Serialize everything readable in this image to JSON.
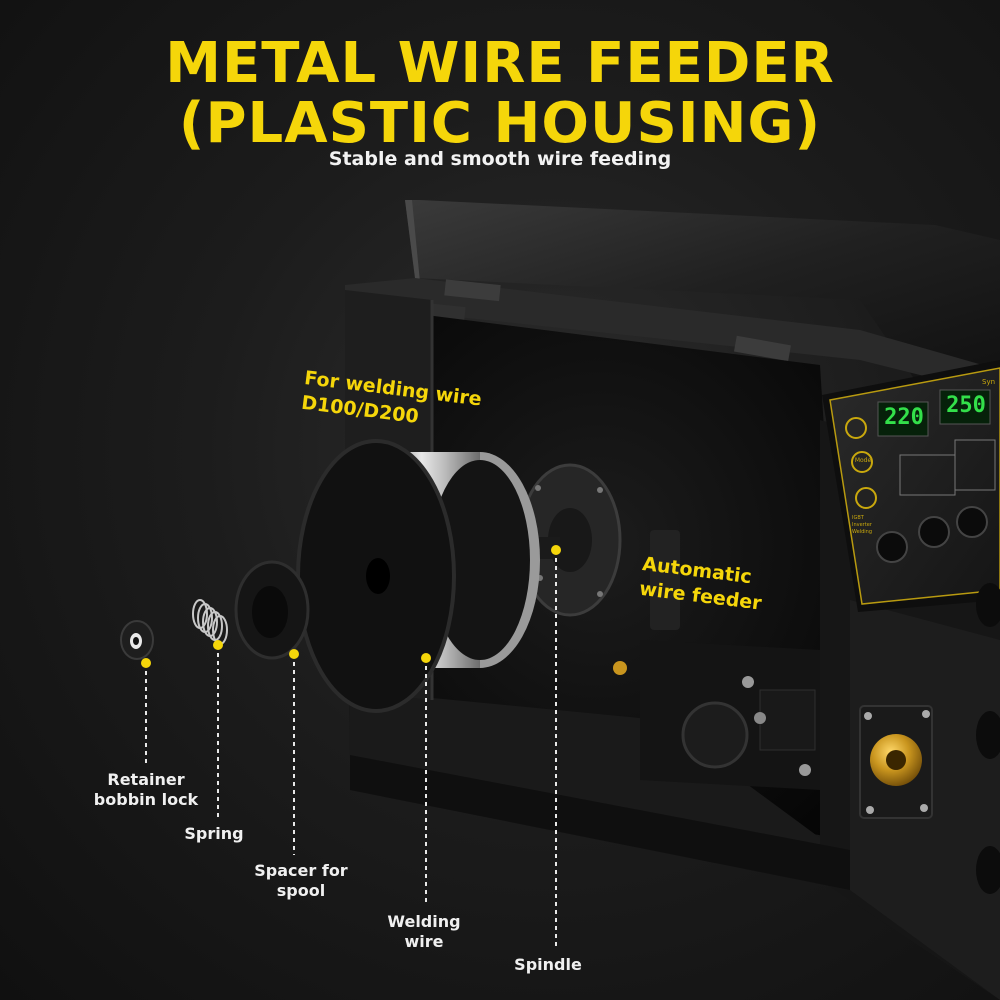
{
  "title_line1": "METAL WIRE FEEDER",
  "title_line2": "(PLASTIC HOUSING)",
  "subtitle": "Stable and smooth wire feeding",
  "callouts": {
    "welding_wire_line1": "For welding wire",
    "welding_wire_line2": "D100/D200",
    "feeder_line1": "Automatic",
    "feeder_line2": "wire feeder"
  },
  "labels": {
    "retainer_line1": "Retainer",
    "retainer_line2": "bobbin lock",
    "spring": "Spring",
    "spacer_line1": "Spacer for",
    "spacer_line2": "spool",
    "welding_wire_line1": "Welding",
    "welding_wire_line2": "wire",
    "spindle": "Spindle"
  },
  "panel": {
    "display_left": "220",
    "display_right": "250",
    "badge_line1": "IGBT",
    "badge_line2": "Inverter",
    "badge_line3": "Welding",
    "btn_mode": "Mode",
    "btn_right": "Syn"
  },
  "colors": {
    "accent_yellow": "#f5d60a",
    "display_green": "#33e04a",
    "body_black": "#1a1a1a",
    "brass": "#c9951e"
  }
}
